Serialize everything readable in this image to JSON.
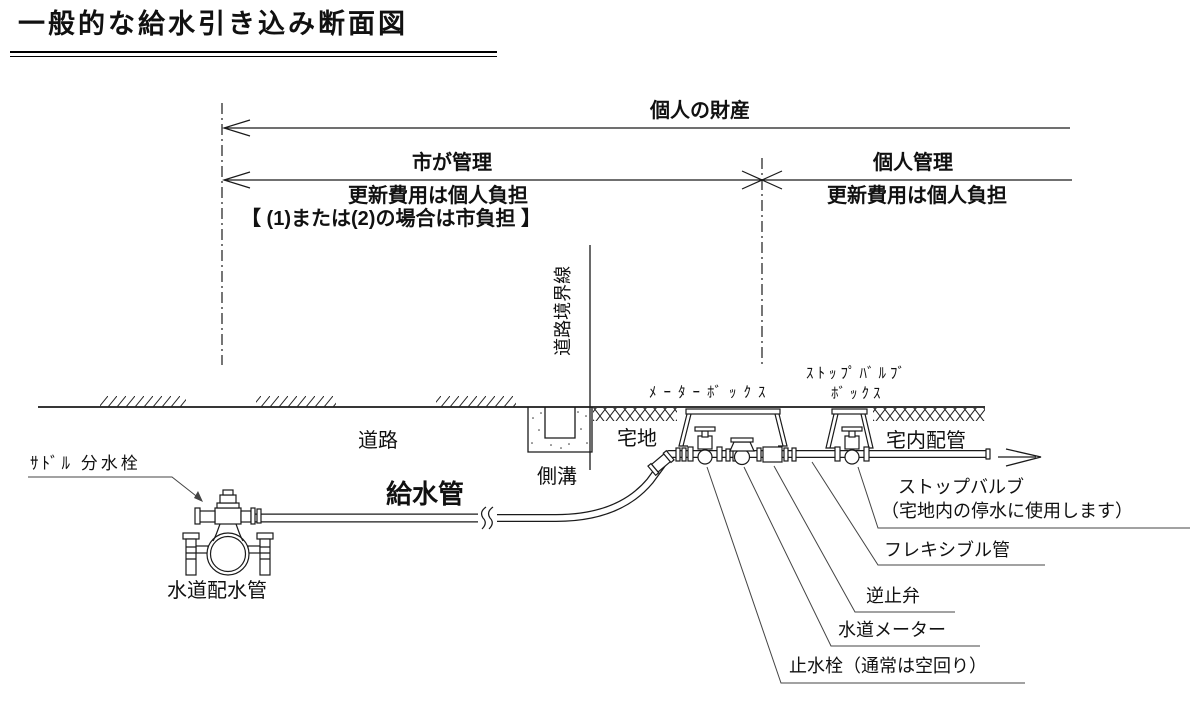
{
  "title": "一般的な給水引き込み断面図",
  "colors": {
    "ink": "#1a1a1a",
    "leader": "#555555",
    "background": "#ffffff"
  },
  "dimensions": {
    "property": "個人の財産",
    "city_managed": "市が管理",
    "private_managed": "個人管理",
    "renewal_left_line1": "更新費用は個人負担",
    "renewal_left_line2": "【 (1)または(2)の場合は市負担 】",
    "renewal_right": "更新費用は個人負担"
  },
  "site": {
    "boundary_line": "道路境界線",
    "road": "道路",
    "gutter": "側溝",
    "lot": "宅地",
    "indoor_piping": "宅内配管"
  },
  "components": {
    "saddle_tap": "ｻﾄﾞﾙ 分水栓",
    "distribution_main": "水道配水管",
    "service_pipe": "給水管",
    "meter_box": "ﾒｰﾀｰﾎﾞｯｸｽ",
    "stop_valve_box_line1": "ｽﾄｯﾌﾟﾊﾞﾙﾌﾞ",
    "stop_valve_box_line2": "ﾎﾞｯｸｽ",
    "stop_valve": "ストップバルブ",
    "stop_valve_note": "（宅地内の停水に使用します）",
    "flexible_pipe": "フレキシブル管",
    "check_valve": "逆止弁",
    "water_meter": "水道メーター",
    "curb_stop": "止水栓（通常は空回り）"
  }
}
